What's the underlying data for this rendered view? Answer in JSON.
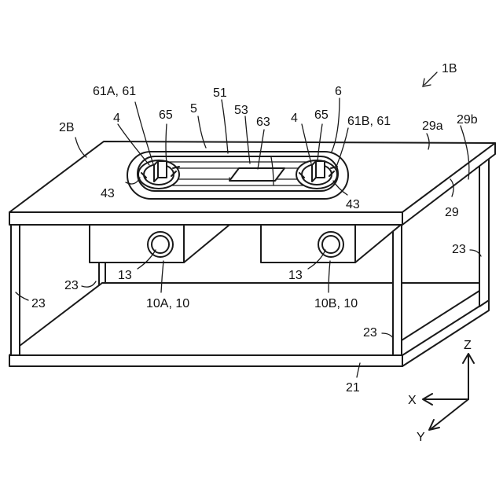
{
  "labels": {
    "ref_1B": "1B",
    "ref_2B": "2B",
    "ref_61A": "61A, 61",
    "ref_4_left": "4",
    "ref_65_left": "65",
    "ref_5": "5",
    "ref_51": "51",
    "ref_53": "53",
    "ref_63": "63",
    "ref_4_right": "4",
    "ref_65_right": "65",
    "ref_6": "6",
    "ref_61B": "61B, 61",
    "ref_29a": "29a",
    "ref_29b": "29b",
    "ref_29": "29",
    "ref_43_left": "43",
    "ref_43_right": "43",
    "ref_23_right_upper": "23",
    "ref_13_left": "13",
    "ref_13_right": "13",
    "ref_23_left_inner": "23",
    "ref_23_left_outer": "23",
    "ref_10A": "10A, 10",
    "ref_10B": "10B, 10",
    "ref_23_right_lower": "23",
    "ref_21": "21",
    "axis_z": "Z",
    "axis_x": "X",
    "axis_y": "Y"
  }
}
